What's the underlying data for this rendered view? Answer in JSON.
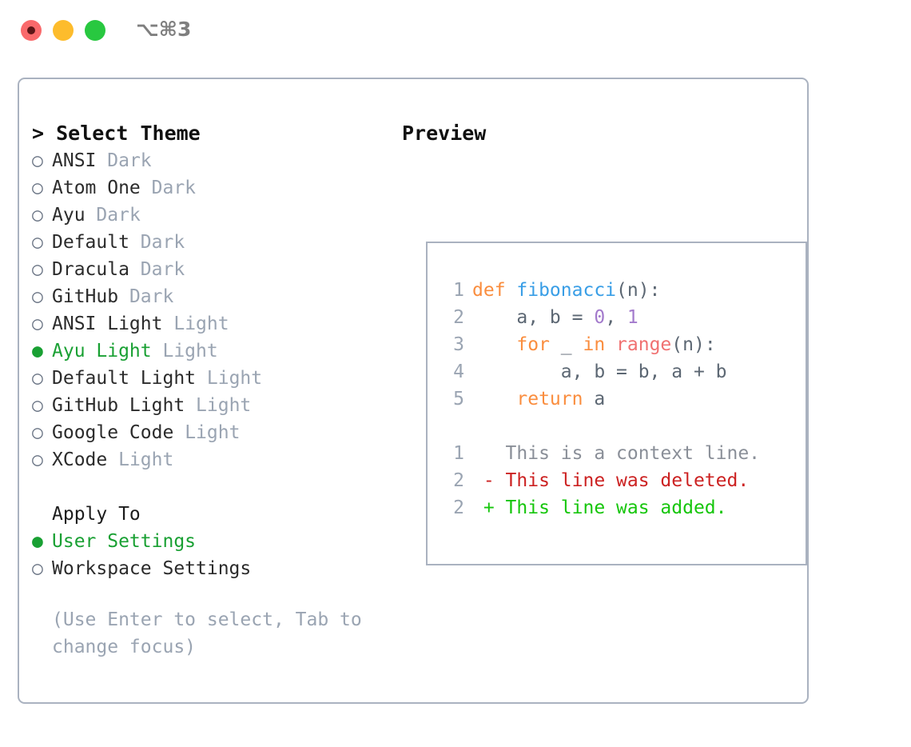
{
  "titlebar": {
    "shortcut": "⌥⌘3",
    "buttons": [
      "close",
      "minimize",
      "maximize"
    ],
    "colors": {
      "close": "#f9696b",
      "minimize": "#fdbc2c",
      "maximize": "#28c840"
    }
  },
  "theme_list": {
    "heading": "> Select Theme",
    "items": [
      {
        "marker": "○",
        "name": "ANSI",
        "variant": "Dark",
        "selected": false
      },
      {
        "marker": "○",
        "name": "Atom One",
        "variant": "Dark",
        "selected": false
      },
      {
        "marker": "○",
        "name": "Ayu",
        "variant": "Dark",
        "selected": false
      },
      {
        "marker": "○",
        "name": "Default",
        "variant": "Dark",
        "selected": false
      },
      {
        "marker": "○",
        "name": "Dracula",
        "variant": "Dark",
        "selected": false
      },
      {
        "marker": "○",
        "name": "GitHub",
        "variant": "Dark",
        "selected": false
      },
      {
        "marker": "○",
        "name": "ANSI Light",
        "variant": "Light",
        "selected": false
      },
      {
        "marker": "●",
        "name": "Ayu Light",
        "variant": "Light",
        "selected": true
      },
      {
        "marker": "○",
        "name": "Default Light",
        "variant": "Light",
        "selected": false
      },
      {
        "marker": "○",
        "name": "GitHub Light",
        "variant": "Light",
        "selected": false
      },
      {
        "marker": "○",
        "name": "Google Code",
        "variant": "Light",
        "selected": false
      },
      {
        "marker": "○",
        "name": "XCode",
        "variant": "Light",
        "selected": false
      }
    ]
  },
  "apply_to": {
    "heading": "Apply To",
    "items": [
      {
        "marker": "●",
        "name": "User Settings",
        "selected": true
      },
      {
        "marker": "○",
        "name": "Workspace Settings",
        "selected": false
      }
    ]
  },
  "hint": "(Use Enter to select, Tab to change focus)",
  "preview": {
    "heading": "Preview",
    "code_lines": [
      {
        "no": "1",
        "tokens": [
          {
            "t": "def ",
            "c": "tok-kw"
          },
          {
            "t": "fibonacci",
            "c": "tok-fn"
          },
          {
            "t": "(n):",
            "c": "tok-plain"
          }
        ]
      },
      {
        "no": "2",
        "tokens": [
          {
            "t": "    a, b = ",
            "c": "tok-plain"
          },
          {
            "t": "0",
            "c": "tok-num"
          },
          {
            "t": ", ",
            "c": "tok-plain"
          },
          {
            "t": "1",
            "c": "tok-num"
          }
        ]
      },
      {
        "no": "3",
        "tokens": [
          {
            "t": "    ",
            "c": "tok-plain"
          },
          {
            "t": "for",
            "c": "tok-kw"
          },
          {
            "t": " _ ",
            "c": "tok-plain"
          },
          {
            "t": "in",
            "c": "tok-kw"
          },
          {
            "t": " ",
            "c": "tok-plain"
          },
          {
            "t": "range",
            "c": "tok-builtin"
          },
          {
            "t": "(n):",
            "c": "tok-plain"
          }
        ]
      },
      {
        "no": "4",
        "tokens": [
          {
            "t": "        a, b = b, a + b",
            "c": "tok-plain"
          }
        ]
      },
      {
        "no": "5",
        "tokens": [
          {
            "t": "    ",
            "c": "tok-plain"
          },
          {
            "t": "return",
            "c": "tok-kw"
          },
          {
            "t": " a",
            "c": "tok-plain"
          }
        ]
      }
    ],
    "diff_lines": [
      {
        "no": "1",
        "tokens": [
          {
            "t": "   This is a context line.",
            "c": "tok-ctx"
          }
        ]
      },
      {
        "no": "2",
        "tokens": [
          {
            "t": " - This line was deleted.",
            "c": "tok-del"
          }
        ]
      },
      {
        "no": "2",
        "tokens": [
          {
            "t": " + This line was added.",
            "c": "tok-add"
          }
        ]
      }
    ]
  },
  "colors": {
    "accent_green": "#19a033",
    "muted": "#9aa4b2",
    "border": "#aab2c0",
    "keyword": "#fa8d3e",
    "function": "#399ee6",
    "number": "#a37acc",
    "builtin": "#f07171",
    "diff_add": "#16c60c",
    "diff_del": "#cc2222"
  }
}
